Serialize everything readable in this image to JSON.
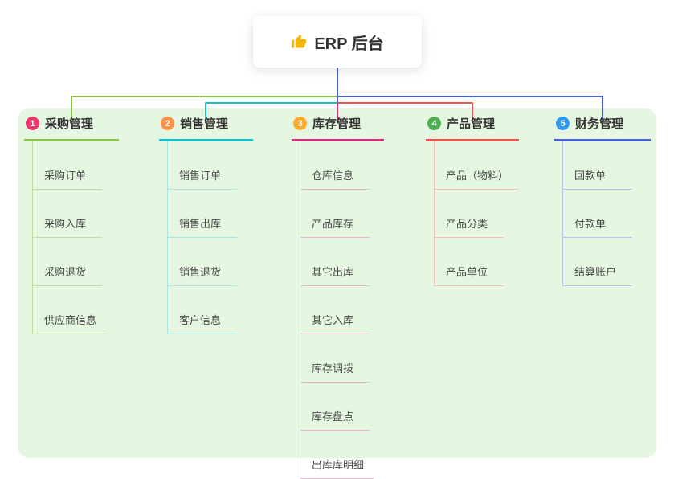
{
  "root": {
    "icon": "thumbs-up-icon",
    "label": "ERP 后台"
  },
  "colors": {
    "panel": "#e5f6e1",
    "stem": "#4961d7",
    "thumb": "#f5b40a"
  },
  "branches": [
    {
      "badge": "1",
      "label": "采购管理",
      "color": "#8bc34a",
      "badge_color": "#e8386d",
      "line_color": "#bcdf9d",
      "children": [
        "采购订单",
        "采购入库",
        "采购退货",
        "供应商信息"
      ]
    },
    {
      "badge": "2",
      "label": "销售管理",
      "color": "#17c1c9",
      "badge_color": "#ff9046",
      "line_color": "#a5e4e7",
      "children": [
        "销售订单",
        "销售出库",
        "销售退货",
        "客户信息"
      ]
    },
    {
      "badge": "3",
      "label": "库存管理",
      "color": "#d6317e",
      "badge_color": "#ffaa2b",
      "line_color": "#eeb6d0",
      "children": [
        "仓库信息",
        "产品库存",
        "其它出库",
        "其它入库",
        "库存调拨",
        "库存盘点",
        "出库库明细"
      ]
    },
    {
      "badge": "4",
      "label": "产品管理",
      "color": "#ef5350",
      "badge_color": "#4caf50",
      "line_color": "#f6bcba",
      "children": [
        "产品（物料）",
        "产品分类",
        "产品单位"
      ]
    },
    {
      "badge": "5",
      "label": "财务管理",
      "color": "#4961d7",
      "badge_color": "#2e9bf0",
      "line_color": "#b9c3ef",
      "children": [
        "回款单",
        "付款单",
        "结算账户"
      ]
    }
  ]
}
